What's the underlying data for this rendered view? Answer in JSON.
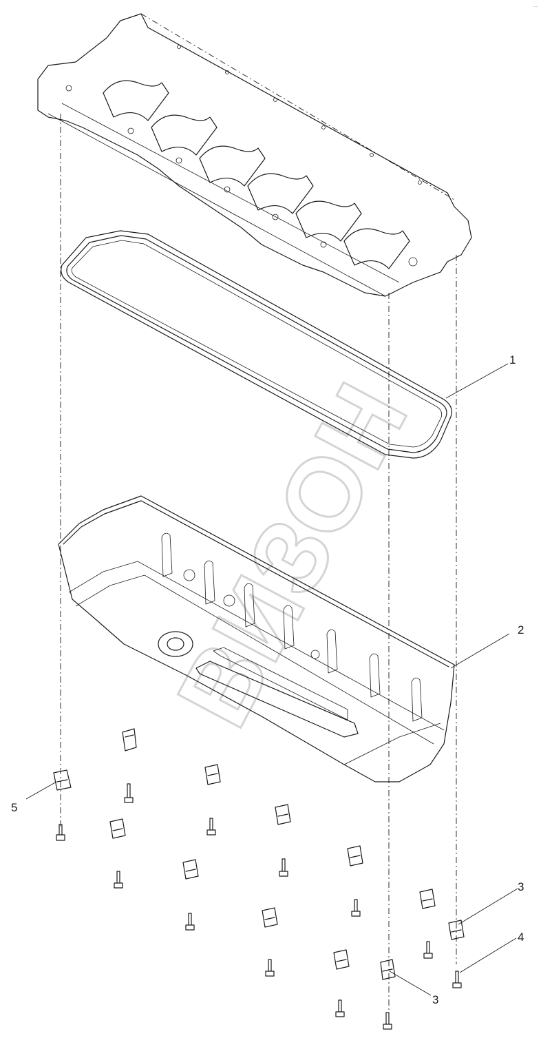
{
  "watermark": "ВИЗОН",
  "corner_mark": "...",
  "callouts": [
    "1",
    "2",
    "3",
    "3",
    "4",
    "5"
  ],
  "parts": [
    {
      "icon": "engine-block-icon"
    },
    {
      "icon": "gasket-icon"
    },
    {
      "icon": "oil-pan-icon"
    },
    {
      "icon": "bracket-icon"
    },
    {
      "icon": "bolt-icon"
    }
  ]
}
